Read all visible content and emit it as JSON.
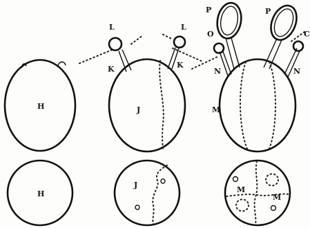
{
  "labels": {
    "h_upper": "H",
    "h_lower": "H",
    "l_left": "L",
    "l_right": "L",
    "k_left": "K",
    "k_right": "K",
    "j_upper": "J",
    "j_lower": "J",
    "p_left": "P",
    "p_right": "P",
    "o_left": "O",
    "o_right": "C",
    "n_left": "N",
    "n_right": "N",
    "m_upper": "M",
    "m_lower_left": "M",
    "m_lower_right": "M"
  },
  "colors": {
    "ink": "#111111",
    "paper": "#fdfdfb"
  }
}
